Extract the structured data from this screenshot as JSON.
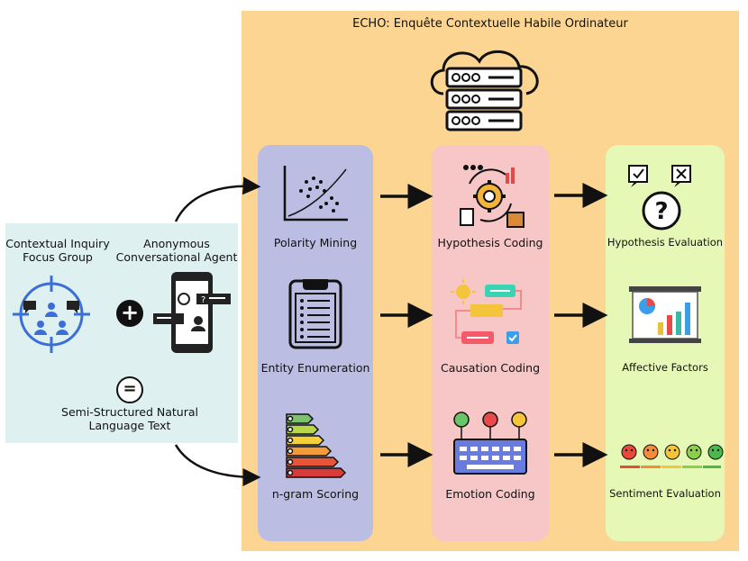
{
  "title": "ECHO: Enquête Contextuelle Habile Ordinateur",
  "inputs": {
    "left_label": "Contextual Inquiry\nFocus Group",
    "right_label": "Anonymous\nConversational Agent",
    "plus_symbol": "+",
    "equals_symbol": "=",
    "result_label": "Semi-Structured Natural\nLanguage Text"
  },
  "mining": [
    "Polarity Mining",
    "Entity Enumeration",
    "n-gram Scoring"
  ],
  "coding": [
    "Hypothesis  Coding",
    "Causation Coding",
    "Emotion Coding"
  ],
  "evaluation": [
    "Hypothesis Evaluation",
    "Affective Factors",
    "Sentiment Evaluation"
  ],
  "colors": {
    "main_panel": "#fcd592",
    "input_panel": "#dff0f0",
    "mining_column": "#bbbde3",
    "coding_column": "#f7c7c7",
    "evaluation_column": "#e6f8b6",
    "accent_blue": "#3a6fd8"
  },
  "icons": [
    "cloud-server-icon",
    "focus-group-icon",
    "phone-chat-icon",
    "scatter-plot-icon",
    "clipboard-list-icon",
    "energy-bars-icon",
    "gear-process-icon",
    "flow-steps-icon",
    "emotion-keyboard-icon",
    "question-checks-icon",
    "bar-chart-board-icon",
    "emoji-scale-icon"
  ]
}
